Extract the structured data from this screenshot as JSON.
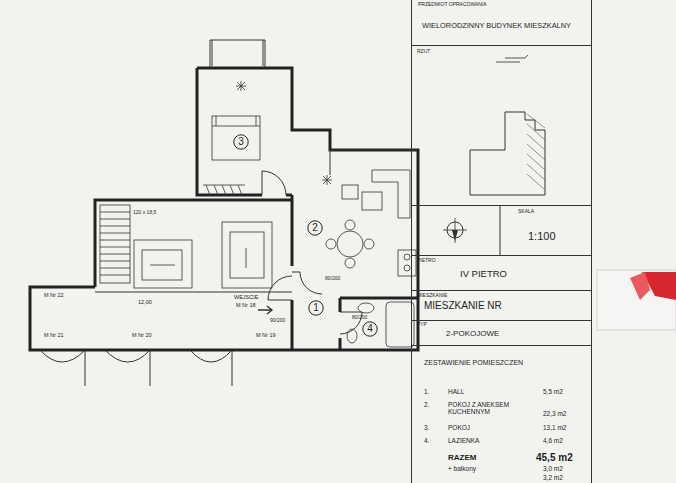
{
  "diagram": {
    "nodes": [
      {
        "text": [
          "3"
        ]
      },
      {
        "text": [
          "2"
        ]
      },
      {
        "text": [
          "1"
        ]
      },
      {
        "text": [
          "4"
        ]
      },
      {
        "text": [
          "PRZEDMIOT OPRACOWANIA",
          "WIELORODZINNY BUDYNEK MIESZKALNY"
        ]
      },
      {
        "text": [
          "RZUT"
        ]
      },
      {
        "text": [
          "SKALA",
          "1:100"
        ]
      },
      {
        "text": [
          "PIETRO",
          "IV PIETRO"
        ]
      },
      {
        "text": [
          "MIESZKANIE",
          "MIESZKANIE NR"
        ]
      },
      {
        "text": [
          "TYP",
          "2-POKOJOWE"
        ]
      },
      {
        "text": [
          "ZESTAWIENIE POMIESZCZEN"
        ]
      }
    ],
    "labels": [
      "12,00",
      "M Nr 22",
      "M Nr 21",
      "M Nr 20",
      "M Nr 18",
      "WEJSCIE",
      "M Nr 19",
      "120 x 18,5",
      "80/200",
      "90/200",
      "80/200",
      "1.",
      "HALL",
      "5,5 m2",
      "2.",
      "POKOJ Z ANEKSEM KUCHENNYM",
      "22,3 m2",
      "3.",
      "POKOJ",
      "13,1 m2",
      "4.",
      "LAZIENKA",
      "4,6 m2",
      "RAZEM",
      "45,5 m2",
      "+ balkony",
      "3,0 m2",
      "3,2 m2"
    ]
  }
}
